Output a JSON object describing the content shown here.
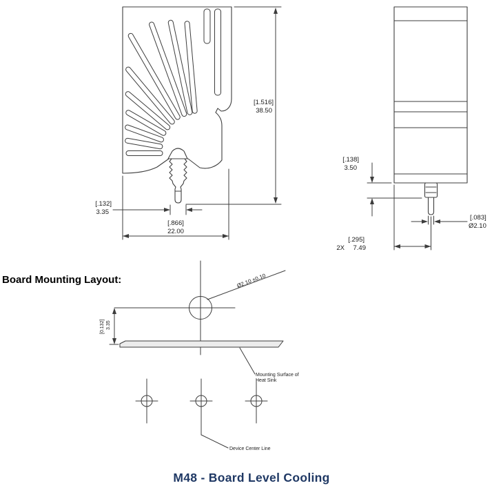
{
  "title": "M48 - Board Level Cooling",
  "colors": {
    "title": "#1f3864",
    "line": "#3c3c3c"
  },
  "side_view": {
    "height_dim": {
      "bracket": "[1.516]",
      "value": "38.50"
    },
    "pin_dim": {
      "bracket": "[.132]",
      "value": "3.35"
    },
    "depth_dim": {
      "bracket": "[.866]",
      "value": "22.00"
    }
  },
  "front_view": {
    "collar_dim": {
      "bracket": "[.138]",
      "value": "3.50"
    },
    "pin_dia_dim": {
      "bracket": "[.083]",
      "value": "Ø2.10"
    },
    "spacing_dim": {
      "bracket": "[.295]",
      "qty": "2X",
      "value": "7.49"
    }
  },
  "layout_view": {
    "heading": "Board Mounting Layout:",
    "hole_dia_label": "Ø2.10 ±0.10",
    "offset_dim": {
      "bracket": "[0.132]",
      "value": "3.35"
    },
    "mounting_surface_label_line1": "Mounting Surface of",
    "mounting_surface_label_line2": "Heat Sink",
    "center_line_label": "Device Center Line"
  }
}
